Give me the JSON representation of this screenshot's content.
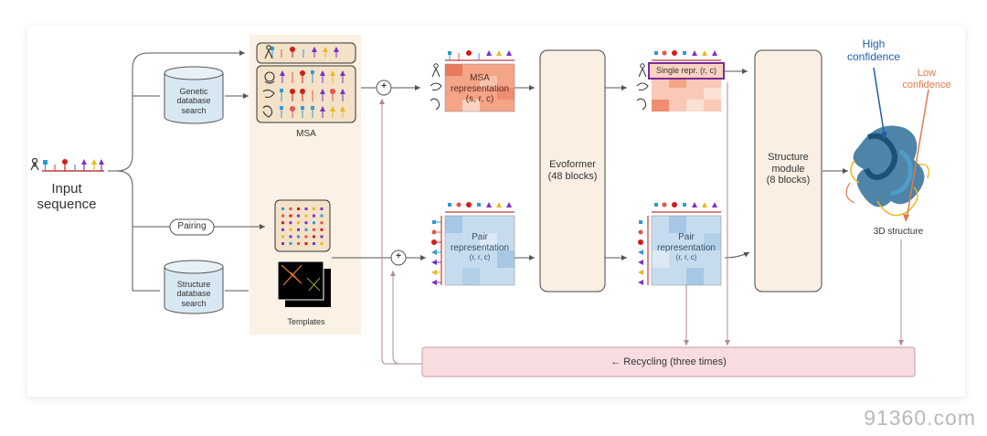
{
  "input": {
    "label_line1": "Input",
    "label_line2": "sequence"
  },
  "databases": {
    "genetic": [
      "Genetic",
      "database",
      "search"
    ],
    "structure": [
      "Structure",
      "database",
      "search"
    ]
  },
  "pairing_label": "Pairing",
  "msa_label": "MSA",
  "templates_label": "Templates",
  "msa_repr": {
    "title": "MSA",
    "line2": "representation",
    "dims": "(s, r, c)"
  },
  "pair_repr": {
    "title": "Pair",
    "line2": "representation",
    "dims": "(r, r, c)"
  },
  "evoformer": {
    "line1": "Evoformer",
    "line2": "(48 blocks)"
  },
  "single_repr": "Single repr. (r, c)",
  "pair_repr_out": {
    "title": "Pair",
    "line2": "representation",
    "dims": "(r, r, c)"
  },
  "structure_module": {
    "line1": "Structure",
    "line2": "module",
    "line3": "(8 blocks)"
  },
  "structure_label": "3D structure",
  "confidence": {
    "high_line1": "High",
    "high_line2": "confidence",
    "low_line1": "Low",
    "low_line2": "confidence"
  },
  "recycling": "←   Recycling (three times)",
  "plus": "+",
  "watermark": "91360.com",
  "colors": {
    "accent_blue": "#1f5fa8",
    "accent_orange": "#e07a4a",
    "db_fill": "#d8e8f2",
    "msa_panel": "#fbf1e4",
    "module_fill": "#fbefe4",
    "recycle_fill": "#f7dde0",
    "single_border": "#7a2a9a",
    "link_line": "#555555",
    "recycle_line": "#b48a94"
  },
  "residue_icon_colors": [
    "#2f9bd4",
    "#e5534b",
    "#d01c1c",
    "#7a33c8",
    "#e8b923",
    "#7a33c8"
  ]
}
